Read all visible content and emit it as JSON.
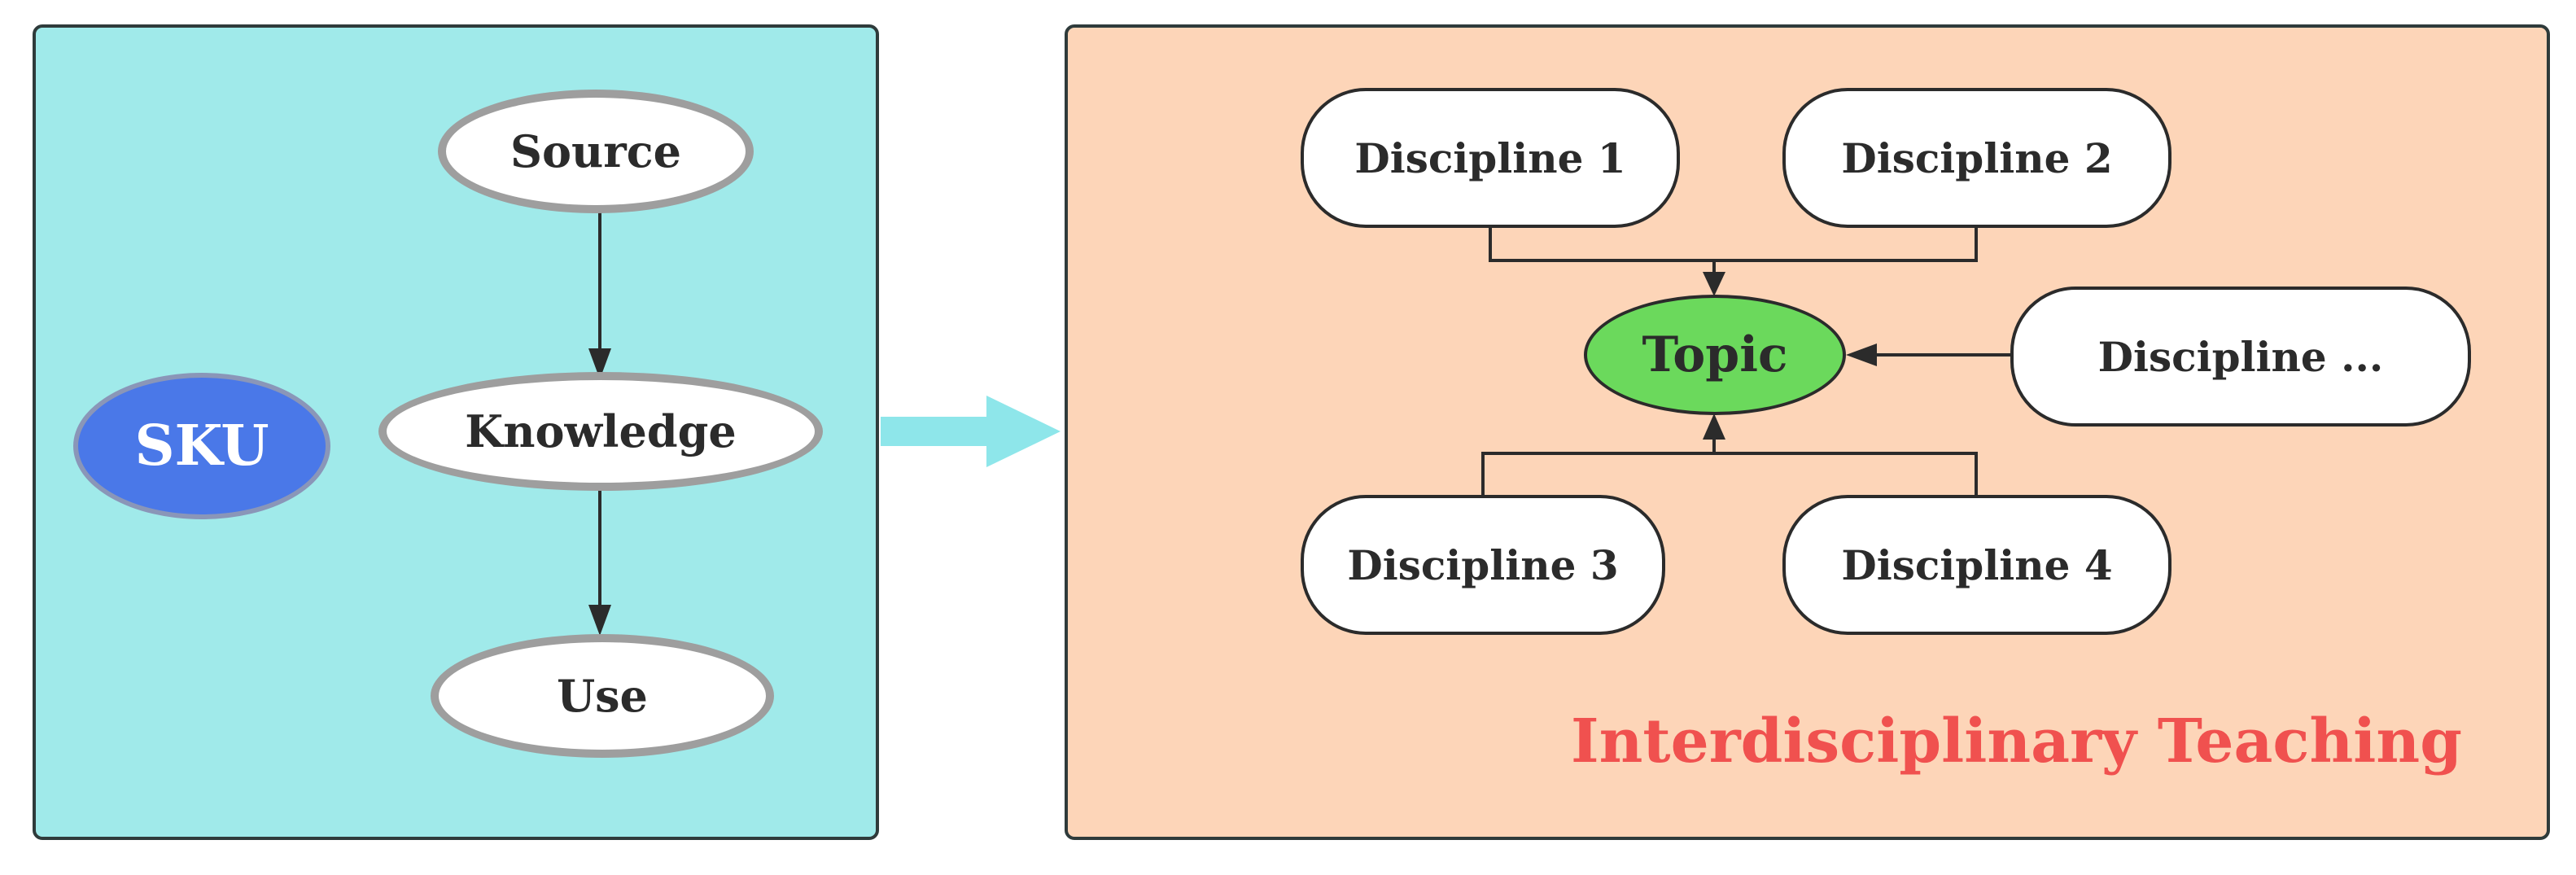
{
  "left_panel": {
    "sku_label": "SKU",
    "source_label": "Source",
    "knowledge_label": "Knowledge",
    "use_label": "Use"
  },
  "right_panel": {
    "discipline_1_label": "Discipline 1",
    "discipline_2_label": "Discipline 2",
    "discipline_more_label": "Discipline ...",
    "discipline_3_label": "Discipline 3",
    "discipline_4_label": "Discipline 4",
    "topic_label": "Topic",
    "caption": "Interdisciplinary Teaching"
  },
  "colors": {
    "left_background": "#a0eaea",
    "right_background": "#fdd5b8",
    "sku_fill": "#4a78e8",
    "topic_fill": "#6bd95c",
    "caption_text": "#f0514f",
    "transition_arrow": "#8ee6ea"
  }
}
